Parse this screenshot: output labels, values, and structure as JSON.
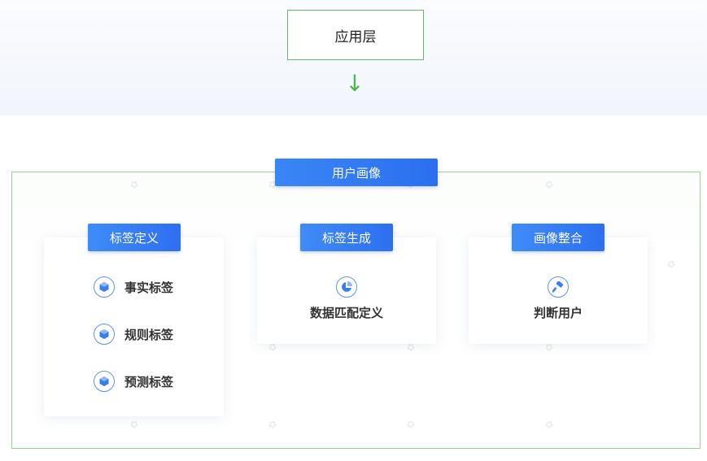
{
  "app_layer": {
    "label": "应用层"
  },
  "arrow": {
    "icon": "arrow-down-icon",
    "color": "#4cb84c"
  },
  "main": {
    "title": "用户画像",
    "sections": [
      {
        "title": "标签定义",
        "items": [
          "事实标签",
          "规则标签",
          "预测标签"
        ]
      },
      {
        "title": "标签生成",
        "items": [
          "数据匹配定义"
        ]
      },
      {
        "title": "画像整合",
        "items": [
          "判断用户"
        ]
      }
    ]
  },
  "colors": {
    "accent": "#2d6ff0",
    "frame": "#8ed98e",
    "app_box_border": "#5cbf5c"
  }
}
